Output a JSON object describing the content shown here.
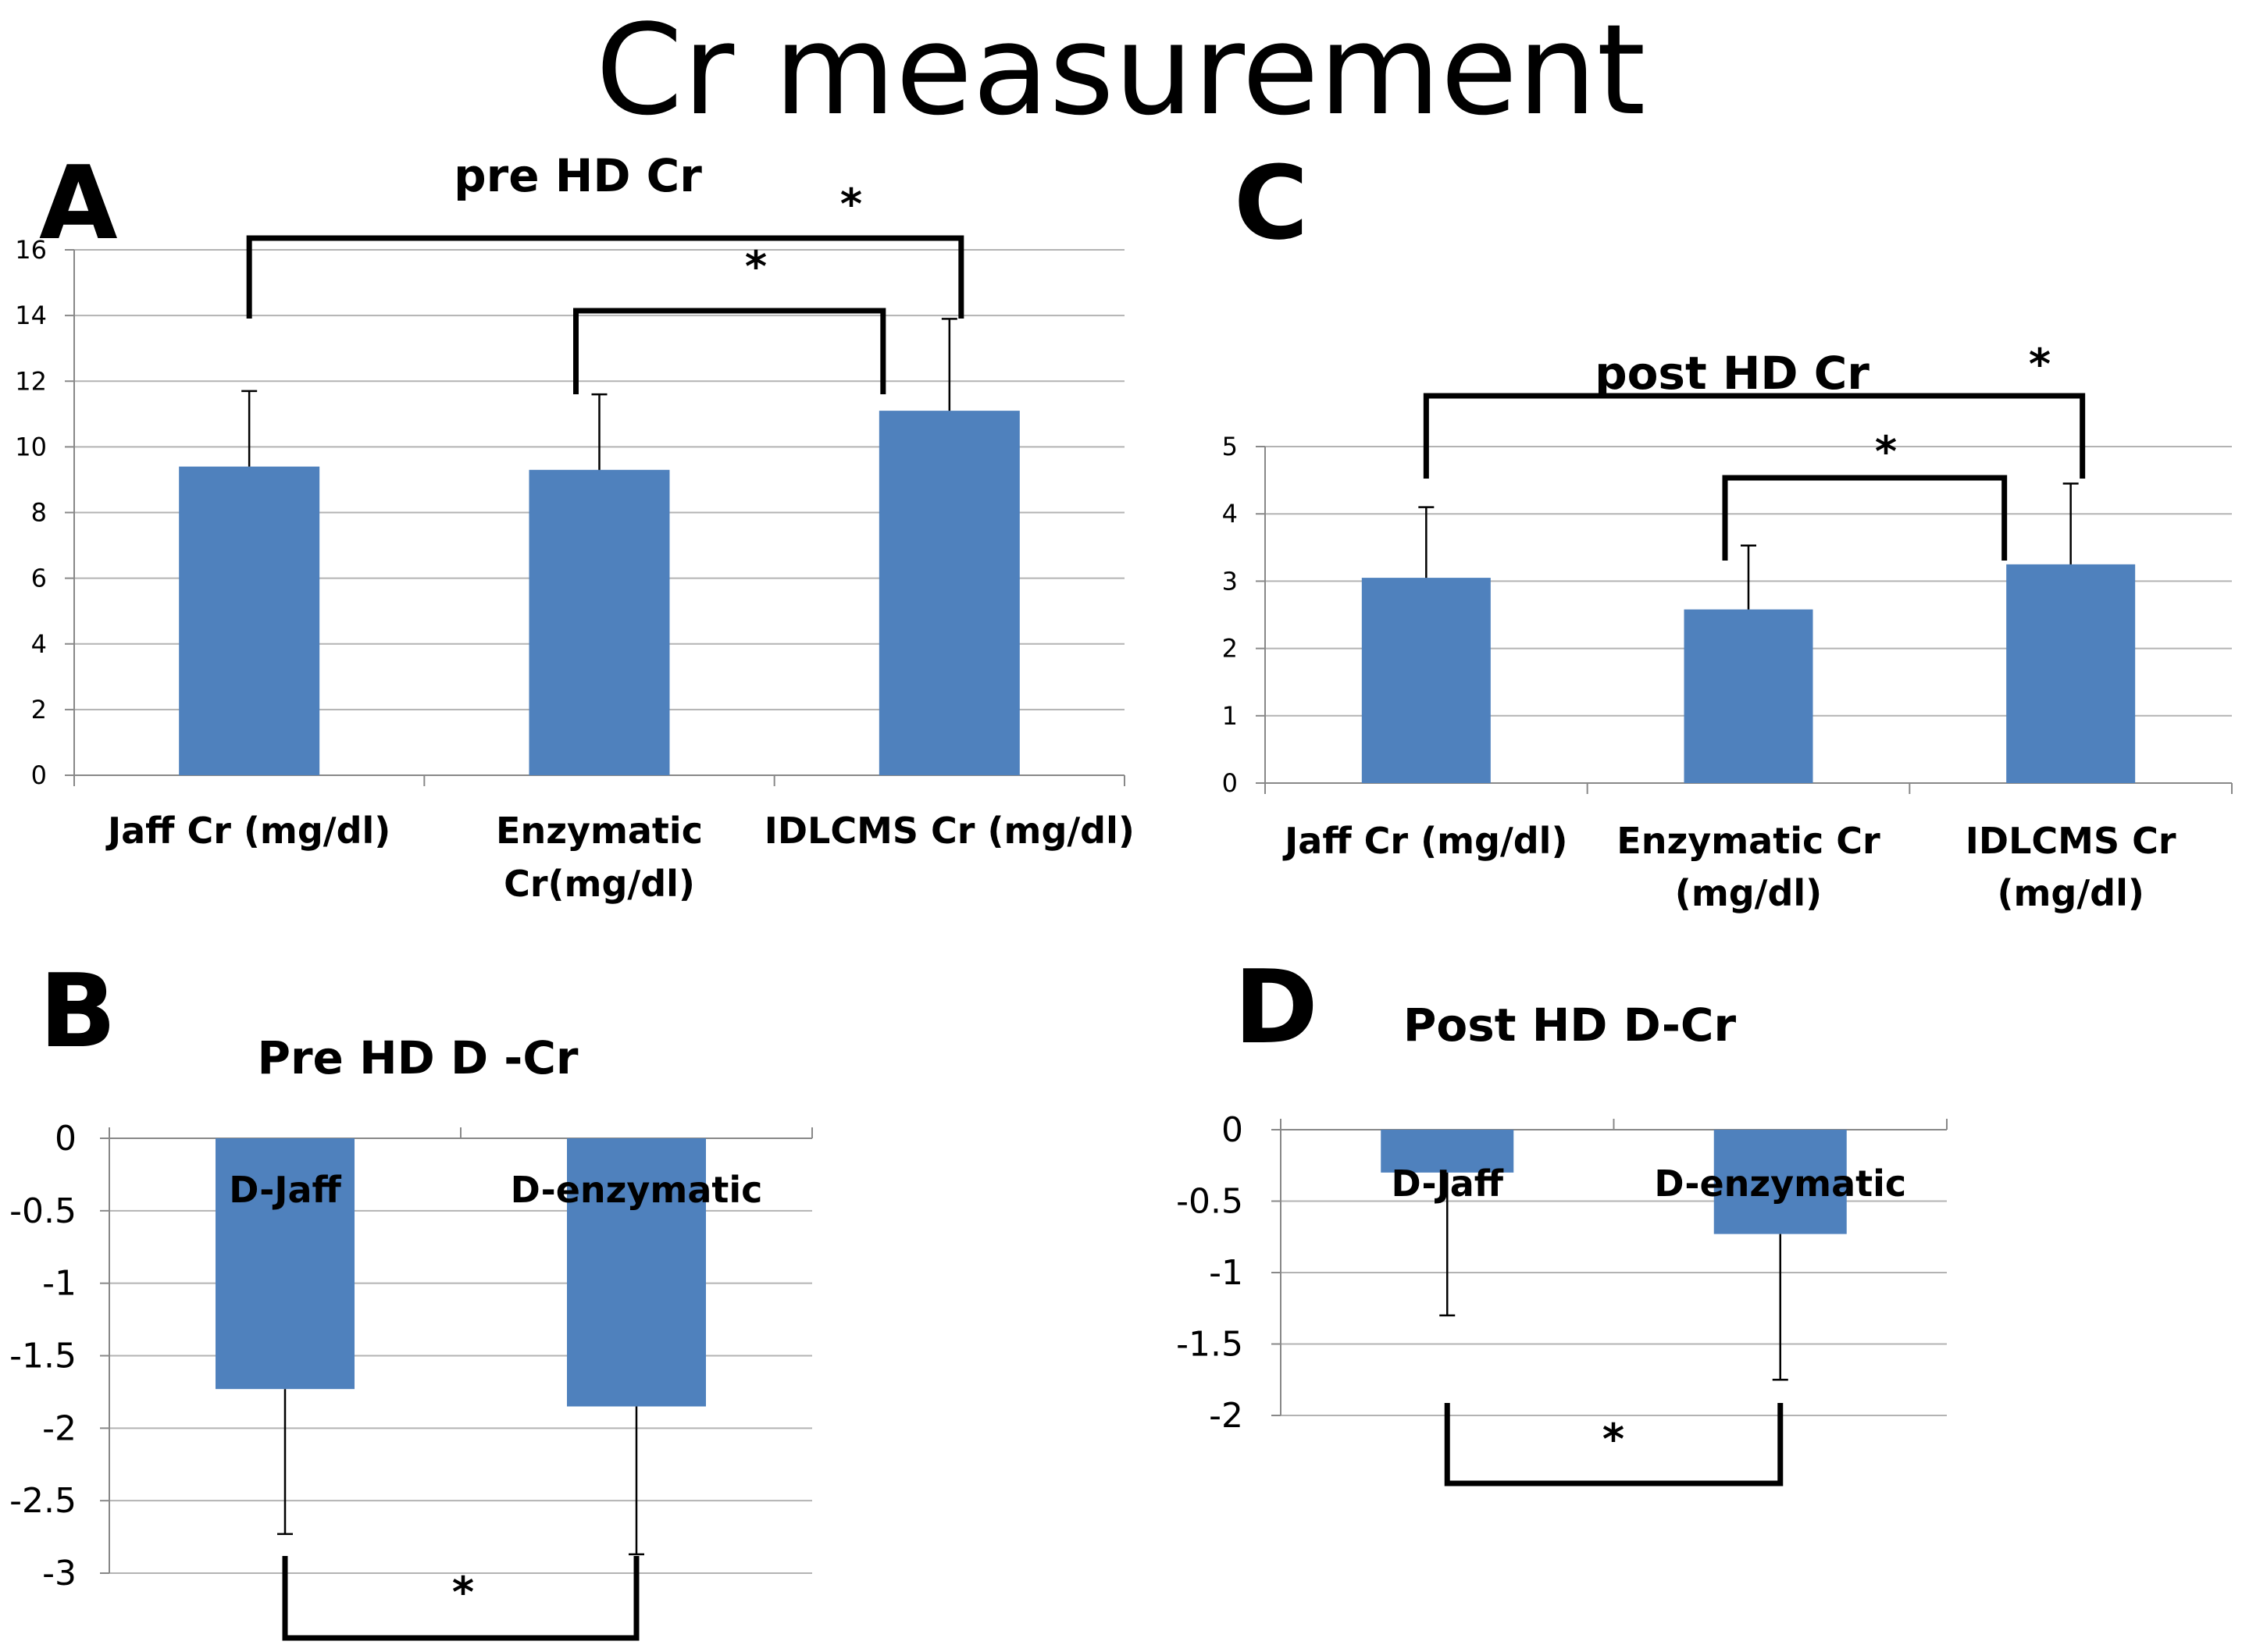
{
  "figure": {
    "title": "Cr measurement"
  },
  "colors": {
    "bar": "#4f81bd",
    "grid": "#b3b3b3",
    "axis": "#888888",
    "bracket": "#000000"
  },
  "chart_data": [
    {
      "panel": "A",
      "type": "bar",
      "title": "pre HD Cr",
      "categories": [
        "Jaff Cr (mg/dl)",
        "Enzymatic Cr(mg/dl)",
        "IDLCMS Cr (mg/dl)"
      ],
      "values": [
        9.4,
        9.3,
        11.1
      ],
      "error_upper": [
        2.3,
        2.3,
        2.8
      ],
      "ylim": [
        0,
        16
      ],
      "yticks": [
        0,
        2,
        4,
        6,
        8,
        10,
        12,
        14,
        16
      ],
      "grid": true,
      "significance": [
        {
          "from": 0,
          "to": 2,
          "label": "*"
        },
        {
          "from": 1,
          "to": 2,
          "label": "*"
        }
      ]
    },
    {
      "panel": "B",
      "type": "bar",
      "title": "Pre HD D -Cr",
      "categories": [
        "D-Jaff",
        "D-enzymatic"
      ],
      "values": [
        -1.73,
        -1.85
      ],
      "error_lower": [
        1.0,
        1.02
      ],
      "ylim": [
        -3,
        0
      ],
      "yticks": [
        "0",
        "-0.5",
        "-1",
        "-1.5",
        "-2",
        "-2.5",
        "-3"
      ],
      "grid": true,
      "significance": [
        {
          "from": 0,
          "to": 1,
          "label": "*"
        }
      ]
    },
    {
      "panel": "C",
      "type": "bar",
      "title": "post HD Cr",
      "categories": [
        "Jaff Cr (mg/dl)",
        "Enzymatic Cr (mg/dl)",
        "IDLCMS Cr (mg/dl)"
      ],
      "values": [
        3.05,
        2.58,
        3.25
      ],
      "error_upper": [
        1.05,
        0.95,
        1.2
      ],
      "ylim": [
        0,
        5
      ],
      "yticks": [
        0,
        1,
        2,
        3,
        4,
        5
      ],
      "grid": true,
      "significance": [
        {
          "from": 0,
          "to": 2,
          "label": "*"
        },
        {
          "from": 1,
          "to": 2,
          "label": "*"
        }
      ]
    },
    {
      "panel": "D",
      "type": "bar",
      "title": "Post HD D-Cr",
      "categories": [
        "D-Jaff",
        "D-enzymatic"
      ],
      "values": [
        -0.3,
        -0.73
      ],
      "error_lower": [
        1.0,
        1.02
      ],
      "ylim": [
        -2,
        0
      ],
      "yticks": [
        "0",
        "-0.5",
        "-1",
        "-1.5",
        "-2"
      ],
      "grid": true,
      "significance": [
        {
          "from": 0,
          "to": 1,
          "label": "*"
        }
      ]
    }
  ]
}
